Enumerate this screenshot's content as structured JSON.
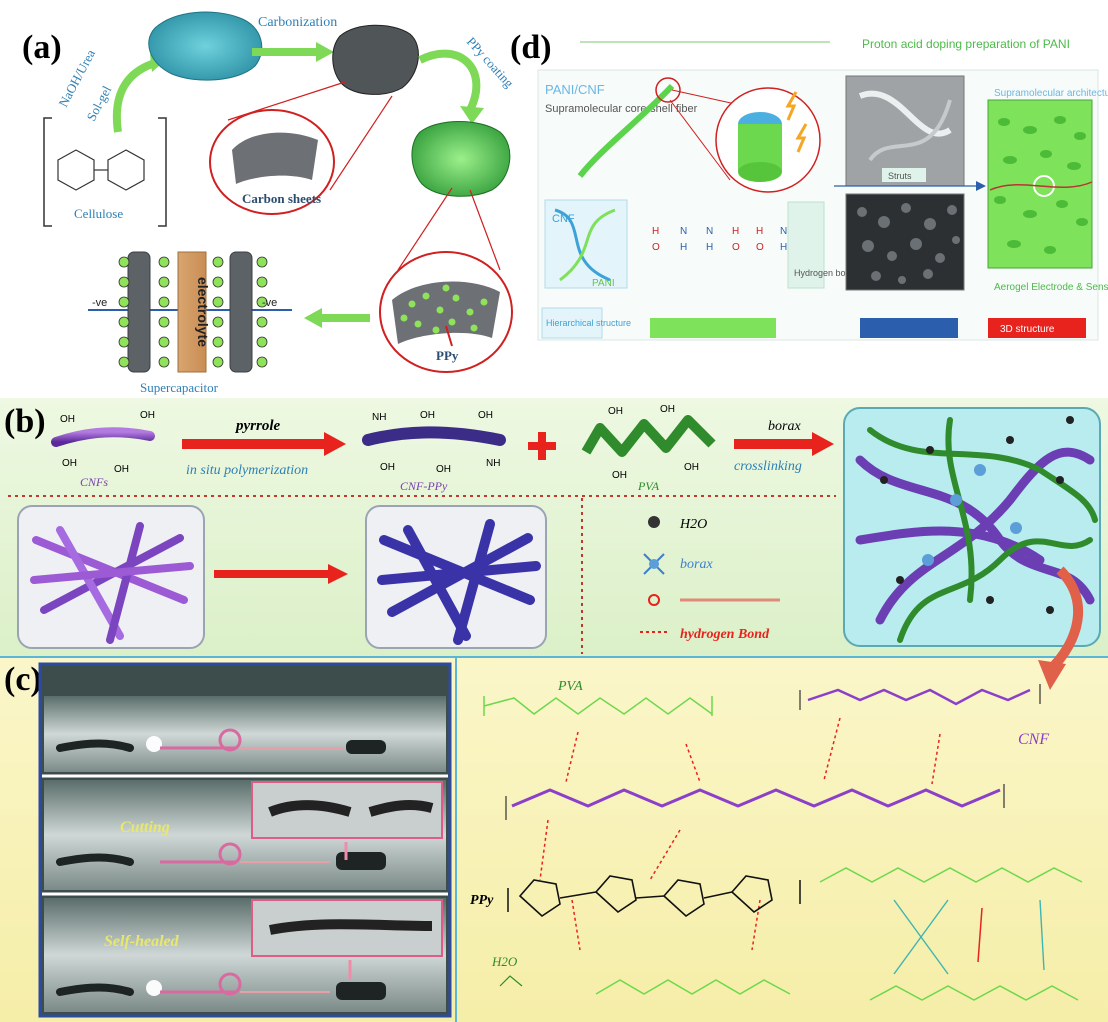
{
  "panel_a": {
    "label": "(a)",
    "carbonization": "Carbonization",
    "naoh_urea": "NaOH/Urea",
    "sol_gel": "Sol-gel",
    "ppy_coating": "PPy coating",
    "cellulose": "Cellulose",
    "carbon_sheets": "Carbon sheets",
    "ppy": "PPy",
    "electrolyte": "electrolyte",
    "supercapacitor": "Supercapacitor",
    "neg": "-ve"
  },
  "panel_d": {
    "label": "(d)",
    "proton_title": "Proton acid doping preparation of PANI",
    "pani_cnf": "PANI/CNF",
    "core_shell": "Supramolecular core-shell fiber",
    "cnf": "CNF",
    "pani": "PANI",
    "hydrogen_bonds": "Hydrogen bonds",
    "struts": "Struts",
    "aerogel": "Aerogel Electrode & Sensing",
    "supramolecular": "Supramolecular architecture",
    "hierarchical": "Hierarchical structure",
    "structure_3d": "3D structure",
    "atoms": [
      "H",
      "O",
      "N",
      "H",
      "N",
      "H",
      "H",
      "O",
      "H",
      "O",
      "N",
      "H"
    ]
  },
  "panel_b": {
    "label": "(b)",
    "pyrrole": "pyrrole",
    "in_situ": "in situ polymerization",
    "cnfs": "CNFs",
    "cnf_ppy": "CNF-PPy",
    "borax_top": "borax",
    "crosslinking": "crosslinking",
    "pva": "PVA",
    "oh": "OH",
    "nh": "NH",
    "legend_h2o": "H2O",
    "legend_borax": "borax",
    "legend_hydrogen": "hydrogen Bond"
  },
  "panel_c": {
    "label": "(c)",
    "cutting": "Cutting",
    "self_healed": "Self-healed"
  },
  "chem": {
    "pva": "PVA",
    "cnf": "CNF",
    "ppy": "PPy",
    "h2o": "H2O"
  }
}
